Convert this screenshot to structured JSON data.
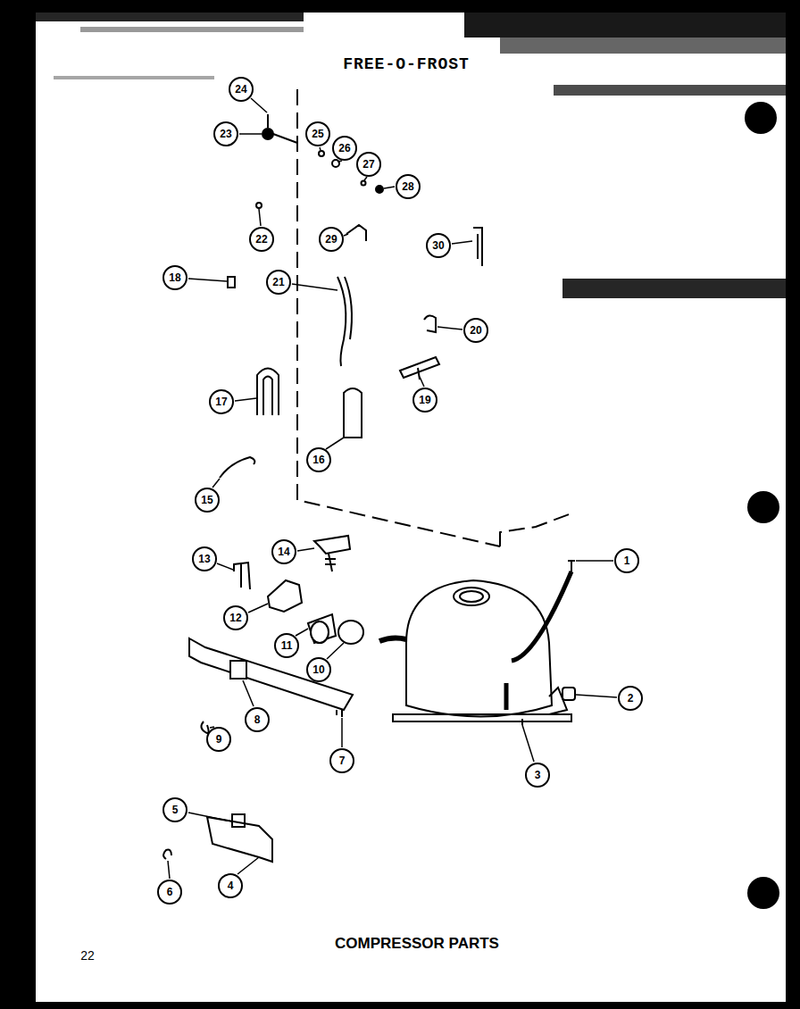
{
  "diagram": {
    "title": "FREE-O-FROST",
    "caption": "COMPRESSOR PARTS",
    "labels": [
      "24",
      "23",
      "25",
      "26",
      "27",
      "28",
      "22",
      "29",
      "30",
      "18",
      "21",
      "20",
      "17",
      "19",
      "16",
      "15",
      "14",
      "13",
      "1",
      "12",
      "11",
      "10",
      "2",
      "8",
      "9",
      "7",
      "3",
      "5",
      "4",
      "6",
      "22"
    ]
  }
}
